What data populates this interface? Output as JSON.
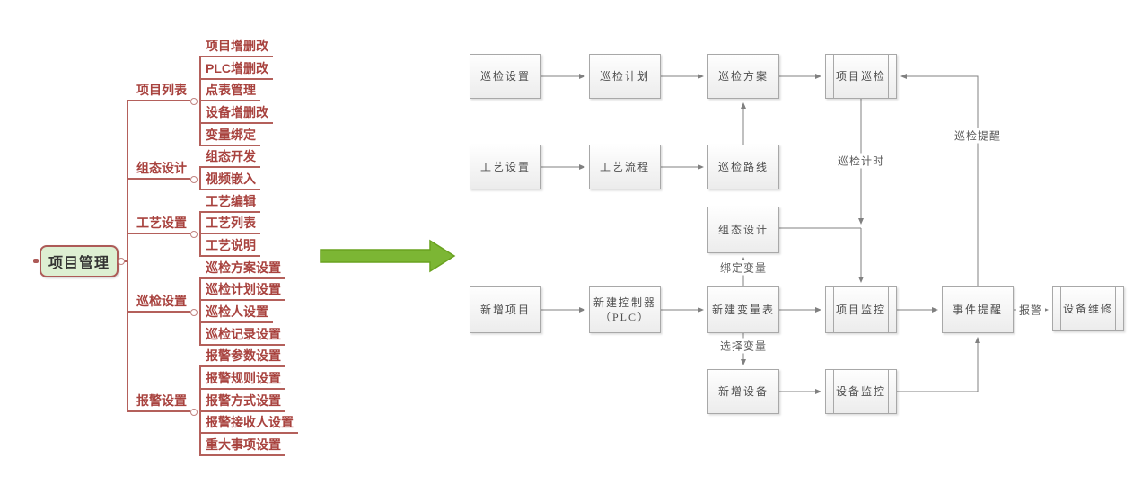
{
  "root": {
    "label": "项目管理"
  },
  "mindmap": {
    "branches": [
      {
        "label": "项目列表",
        "children": [
          "项目增删改",
          "PLC增删改",
          "点表管理",
          "设备增删改",
          "变量绑定"
        ]
      },
      {
        "label": "组态设计",
        "children": [
          "组态开发",
          "视频嵌入"
        ]
      },
      {
        "label": "工艺设置",
        "children": [
          "工艺编辑",
          "工艺列表",
          "工艺说明"
        ]
      },
      {
        "label": "巡检设置",
        "children": [
          "巡检方案设置",
          "巡检计划设置",
          "巡检人设置",
          "巡检记录设置"
        ]
      },
      {
        "label": "报警设置",
        "children": [
          "报警参数设置",
          "报警规则设置",
          "报警方式设置",
          "报警接收人设置",
          "重大事项设置"
        ]
      }
    ]
  },
  "flowchart": {
    "nodes": {
      "inspect_settings": "巡检设置",
      "inspect_plan": "巡检计划",
      "inspect_scheme": "巡检方案",
      "project_inspect": "项目巡检",
      "craft_settings": "工艺设置",
      "craft_flow": "工艺流程",
      "inspect_route": "巡检路线",
      "config_design": "组态设计",
      "new_project": "新增项目",
      "new_plc_line1": "新建控制器",
      "new_plc_line2": "（PLC）",
      "new_vartable": "新建变量表",
      "project_monitor": "项目监控",
      "event_remind": "事件提醒",
      "device_repair": "设备维修",
      "new_device": "新增设备",
      "device_monitor": "设备监控"
    },
    "edge_labels": {
      "inspect_timer": "巡检计时",
      "inspect_remind": "巡检提醒",
      "bind_variable": "绑定变量",
      "select_variable": "选择变量",
      "alarm": "报警"
    }
  },
  "colors": {
    "mindmap_line": "#b4605b",
    "mindmap_text": "#a8423e",
    "root_fill": "#ddefd2",
    "root_border": "#ad5a57",
    "flow_border": "#a8a8a8",
    "flow_line": "#808080",
    "flow_text": "#4f4f4f",
    "green_arrow": "#7cb634"
  }
}
